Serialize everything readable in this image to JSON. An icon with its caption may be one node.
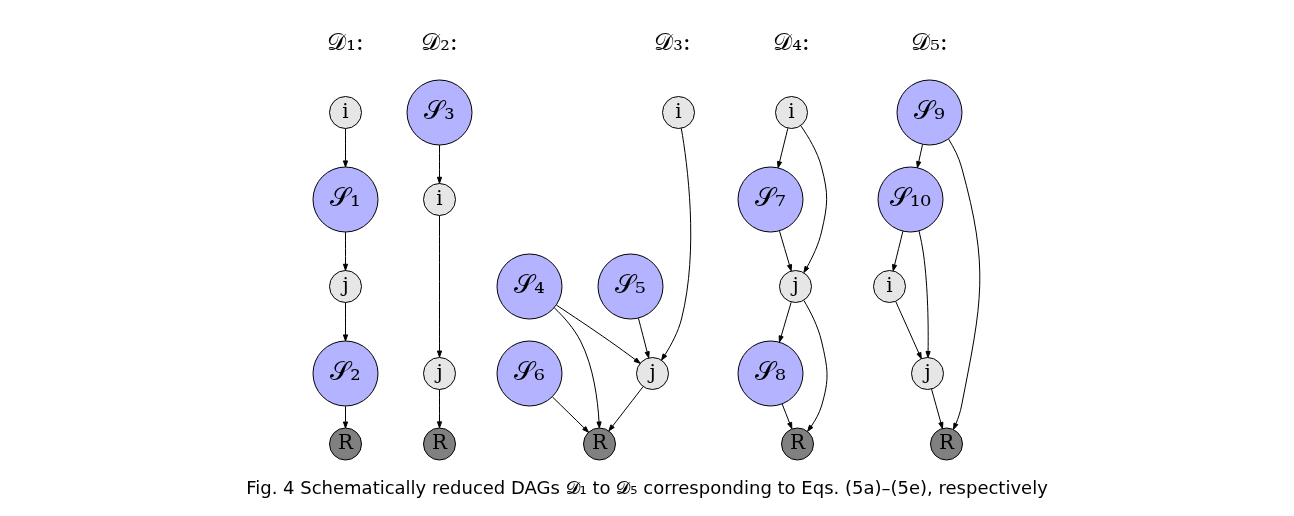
{
  "diagram": {
    "caption": "Fig. 4 Schematically reduced DAGs 𝓓₁ to 𝓓₅ corresponding to Eqs. (5a)–(5e), respectively",
    "nodes": [
      {
        "text": [
          "i"
        ]
      },
      {
        "text": [
          "𝒮₁"
        ]
      },
      {
        "text": [
          "j"
        ]
      },
      {
        "text": [
          "𝒮₂"
        ]
      },
      {
        "text": [
          "R"
        ]
      },
      {
        "text": [
          "𝒮₃"
        ]
      },
      {
        "text": [
          "i"
        ]
      },
      {
        "text": [
          "j"
        ]
      },
      {
        "text": [
          "R"
        ]
      },
      {
        "text": [
          "i"
        ]
      },
      {
        "text": [
          "𝒮₄"
        ]
      },
      {
        "text": [
          "𝒮₅"
        ]
      },
      {
        "text": [
          "𝒮₆"
        ]
      },
      {
        "text": [
          "j"
        ]
      },
      {
        "text": [
          "R"
        ]
      },
      {
        "text": [
          "i"
        ]
      },
      {
        "text": [
          "𝒮₇"
        ]
      },
      {
        "text": [
          "j"
        ]
      },
      {
        "text": [
          "𝒮₈"
        ]
      },
      {
        "text": [
          "R"
        ]
      },
      {
        "text": [
          "𝒮₉"
        ]
      },
      {
        "text": [
          "𝒮₁₀"
        ]
      },
      {
        "text": [
          "i"
        ]
      },
      {
        "text": [
          "j"
        ]
      },
      {
        "text": [
          "R"
        ]
      }
    ],
    "edges": [
      {
        "from": 0,
        "to": 1,
        "arrow": "to"
      },
      {
        "from": 1,
        "to": 2,
        "arrow": "to"
      },
      {
        "from": 2,
        "to": 3,
        "arrow": "to"
      },
      {
        "from": 3,
        "to": 4,
        "arrow": "to"
      },
      {
        "from": 5,
        "to": 6,
        "arrow": "to"
      },
      {
        "from": 6,
        "to": 7,
        "arrow": "to"
      },
      {
        "from": 7,
        "to": 8,
        "arrow": "to"
      },
      {
        "from": 9,
        "to": 13,
        "arrow": "to"
      },
      {
        "from": 10,
        "to": 13,
        "arrow": "to"
      },
      {
        "from": 10,
        "to": 14,
        "arrow": "to"
      },
      {
        "from": 11,
        "to": 13,
        "arrow": "to"
      },
      {
        "from": 12,
        "to": 14,
        "arrow": "to"
      },
      {
        "from": 13,
        "to": 14,
        "arrow": "to"
      },
      {
        "from": 15,
        "to": 16,
        "arrow": "to"
      },
      {
        "from": 15,
        "to": 17,
        "arrow": "to"
      },
      {
        "from": 16,
        "to": 17,
        "arrow": "to"
      },
      {
        "from": 17,
        "to": 18,
        "arrow": "to"
      },
      {
        "from": 17,
        "to": 19,
        "arrow": "to"
      },
      {
        "from": 18,
        "to": 19,
        "arrow": "to"
      },
      {
        "from": 20,
        "to": 21,
        "arrow": "to"
      },
      {
        "from": 20,
        "to": 24,
        "arrow": "to"
      },
      {
        "from": 21,
        "to": 22,
        "arrow": "to"
      },
      {
        "from": 21,
        "to": 23,
        "arrow": "to"
      },
      {
        "from": 22,
        "to": 23,
        "arrow": "to"
      },
      {
        "from": 23,
        "to": 24,
        "arrow": "to"
      }
    ],
    "labels": [
      "𝒟₁:",
      "𝒟₂:",
      "𝒟₃:",
      "𝒟₄:",
      "𝒟₅:"
    ]
  }
}
